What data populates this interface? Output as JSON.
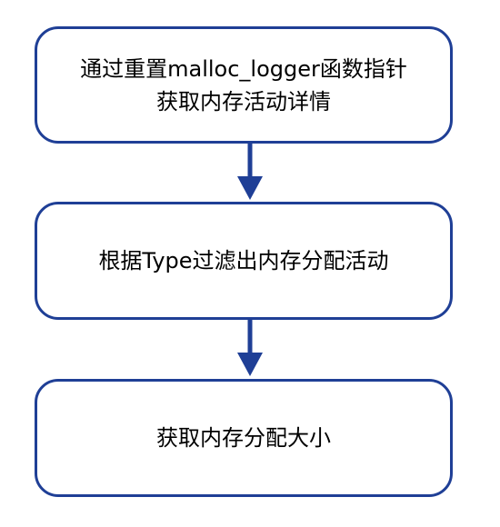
{
  "flowchart": {
    "steps": [
      {
        "line1": "通过重置malloc_logger函数指针",
        "line2": "获取内存活动详情"
      },
      {
        "line1": "根据Type过滤出内存分配活动"
      },
      {
        "line1": "获取内存分配大小"
      }
    ]
  },
  "colors": {
    "border": "#1f3f96",
    "arrow": "#1f3f96",
    "text": "#000000",
    "background": "#ffffff"
  }
}
